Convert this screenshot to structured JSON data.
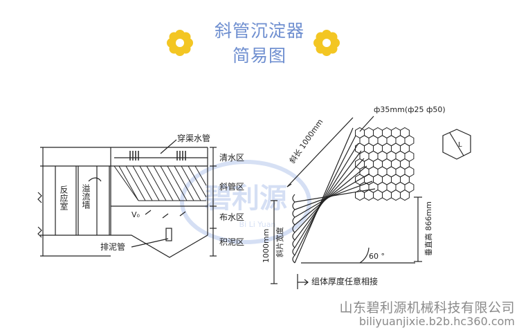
{
  "header": {
    "title_line1": "斜管沉淀器",
    "title_line2": "简易图",
    "title_color": "#6f8fd0",
    "decoration_icon": "yellow-flower-icon",
    "decoration_color": "#f3c623"
  },
  "left_diagram": {
    "reaction_room": "反应室",
    "overflow_wall": "溢流墙",
    "collector_pipe": "穿渠水管",
    "flow_velocity": "V₀",
    "sludge_pipe": "排泥管",
    "zones": [
      "清水区",
      "斜管区",
      "布水区",
      "积泥区"
    ]
  },
  "right_diagram": {
    "diameter": "ф35mm(ф25 ф50)",
    "slant_length": "斜长 1000mm",
    "vertical_height": "垂直高 866mm",
    "height": "1000mm",
    "pipe_height_note": "斜片宽度",
    "angle": "60 °",
    "thickness_note": "组体厚度任意相接",
    "hex_label": "L"
  },
  "watermark": {
    "text": "碧利源",
    "sub": "Bi Li Yuan"
  },
  "footer": {
    "company": "山东碧利源机械科技有限公司",
    "url": "biliyuanjixie.b2b.hc360.com"
  }
}
